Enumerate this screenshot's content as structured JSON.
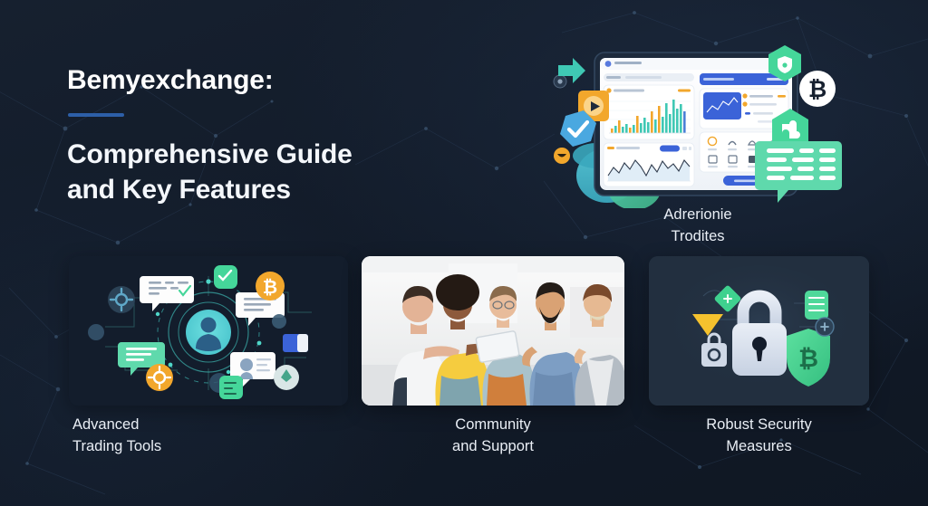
{
  "colors": {
    "bg_dark": "#131c2b",
    "bg_deep": "#0f1723",
    "accent_blue": "#2d5fa8",
    "text_primary": "#ffffff",
    "text_caption": "#e9eef5",
    "teal": "#3fc8b4",
    "green": "#45d69a",
    "amber": "#f2a72c",
    "orange": "#f08a1e",
    "panel_blue": "#3b63d8",
    "card_dark": "#1b2636"
  },
  "headline": {
    "brand": "Bemyexchange:",
    "subtitle_line1": "Comprehensive Guide",
    "subtitle_line2": "and Key Features"
  },
  "hero": {
    "caption_line1": "Adrerionie",
    "caption_line2": "Trodites",
    "dashboard": {
      "logo_label": "",
      "bar_chart": {
        "type": "bar",
        "values": [
          6,
          10,
          22,
          9,
          14,
          8,
          11,
          30,
          13,
          26,
          16,
          34,
          20,
          41,
          25,
          45,
          30,
          52,
          38,
          44,
          33
        ],
        "colors": [
          "#f2a72c",
          "#3fc8b4"
        ]
      },
      "line_chart": {
        "type": "line",
        "values": [
          42,
          28,
          52,
          34,
          60,
          30,
          46,
          22,
          54,
          36,
          62,
          40,
          58,
          44,
          66,
          48
        ],
        "stroke": "#2f3b4d",
        "fill": "#dbeaf6"
      },
      "mini_chart": {
        "type": "line",
        "values": [
          30,
          44,
          26,
          52,
          38,
          62,
          46,
          70
        ]
      },
      "icon_grid_rows": 2,
      "icon_grid_cols": 4,
      "cta_label": ""
    },
    "badges": [
      {
        "name": "verified-check-badge",
        "color": "#4aa8e0"
      },
      {
        "name": "play-badge",
        "color": "#f2a72c"
      },
      {
        "name": "shield-hex-badge",
        "color": "#45d69a"
      },
      {
        "name": "puzzle-hex-badge",
        "color": "#45d69a"
      },
      {
        "name": "bitcoin-coin-badge",
        "symbol": "₿",
        "color": "#ffffff"
      },
      {
        "name": "chat-bubble-badge",
        "color": "#5fd9ac"
      }
    ]
  },
  "features": [
    {
      "id": "advanced-trading-tools",
      "caption_line1": "Advanced",
      "caption_line2": "Trading Tools",
      "illustration": "network-hub-diagram"
    },
    {
      "id": "community-and-support",
      "caption_line1": "Community",
      "caption_line2": "and Support",
      "illustration": "team-photo"
    },
    {
      "id": "robust-security-measures",
      "caption_line1": "Robust Security",
      "caption_line2": "Measures",
      "illustration": "padlock-shield"
    }
  ]
}
